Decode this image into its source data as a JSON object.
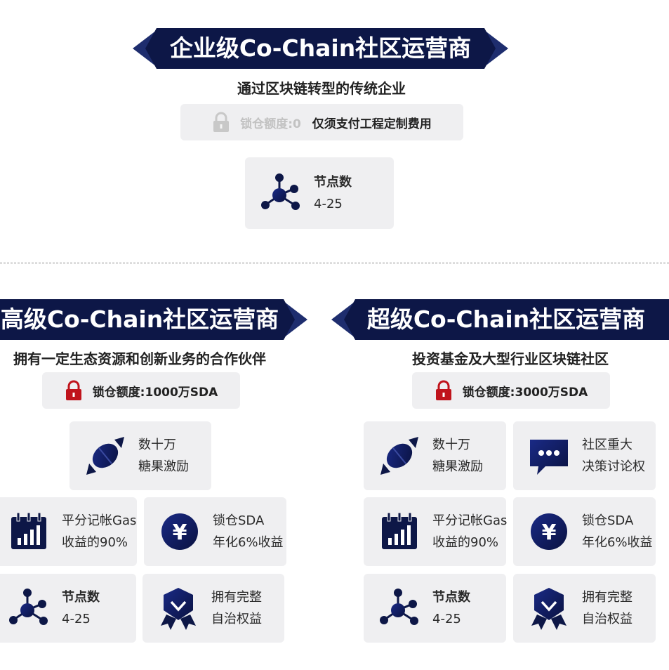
{
  "enterprise": {
    "title": "企业级Co-Chain社区运营商",
    "subtitle": "通过区块链转型的传统企业",
    "lock_label": "锁仓额度:0",
    "lock_note": "仅须支付工程定制费用",
    "nodes": {
      "label": "节点数",
      "value": "4-25"
    }
  },
  "senior": {
    "title": "高级Co-Chain社区运营商",
    "subtitle": "拥有一定生态资源和创新业务的合作伙伴",
    "lock_label": "锁仓额度:1000万SDA",
    "candy": {
      "line1": "数十万",
      "line2": "糖果激励"
    },
    "gas": {
      "line1": "平分记帐Gas",
      "line2": "收益的90%"
    },
    "lock_sda": {
      "line1": "锁仓SDA",
      "line2": "年化6%收益"
    },
    "nodes": {
      "label": "节点数",
      "value": "4-25"
    },
    "autonomy": {
      "line1": "拥有完整",
      "line2": "自治权益"
    }
  },
  "super": {
    "title": "超级Co-Chain社区运营商",
    "subtitle": "投资基金及大型行业区块链社区",
    "lock_label": "锁仓额度:3000万SDA",
    "candy": {
      "line1": "数十万",
      "line2": "糖果激励"
    },
    "vote": {
      "line1": "社区重大",
      "line2": "决策讨论权"
    },
    "gas": {
      "line1": "平分记帐Gas",
      "line2": "收益的90%"
    },
    "lock_sda": {
      "line1": "锁仓SDA",
      "line2": "年化6%收益"
    },
    "nodes": {
      "label": "节点数",
      "value": "4-25"
    },
    "autonomy": {
      "line1": "拥有完整",
      "line2": "自治权益"
    }
  },
  "colors": {
    "navy": "#0d1747",
    "card_bg": "#efeff1",
    "lock_red": "#c0141c",
    "lock_gray": "#c8c8c8"
  }
}
